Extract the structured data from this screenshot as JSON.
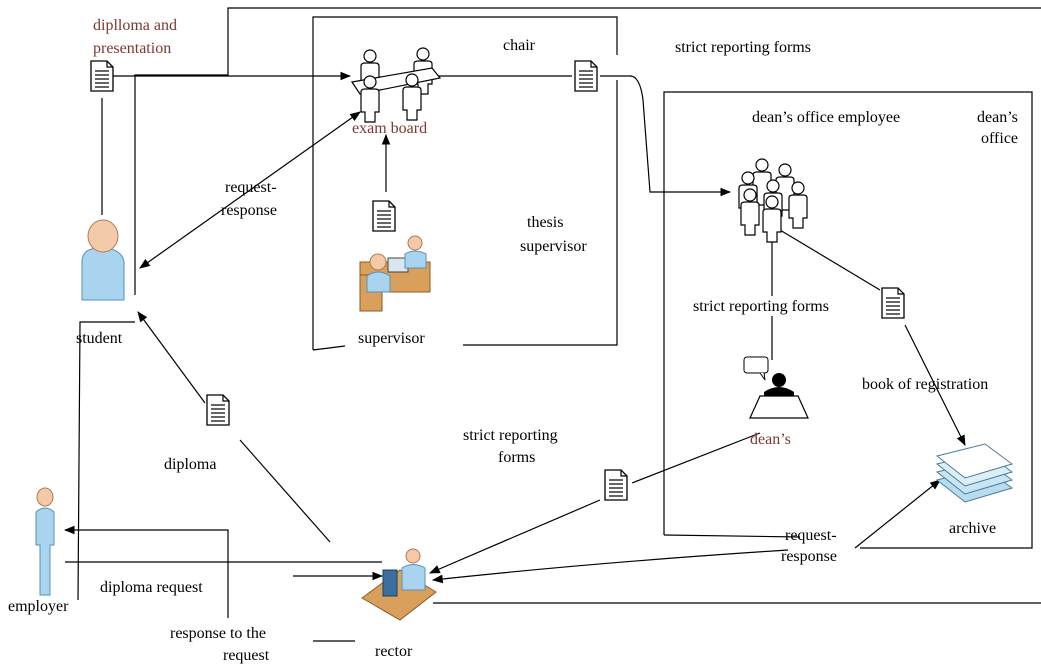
{
  "labels": {
    "diploma_and_presentation_line1": "diplloma and",
    "diploma_and_presentation_line2": "presentation",
    "chair": "chair",
    "strict_reporting_forms_top": "strict reporting forms",
    "exam_board": "exam board",
    "deans_office_employee": "dean’s office employee",
    "deans_office_line1": "dean’s",
    "deans_office_line2": "office",
    "request_response_left_line1": "request-",
    "request_response_left_line2": "response",
    "thesis_supervisor_line1": "thesis",
    "thesis_supervisor_line2": "supervisor",
    "student": "student",
    "supervisor": "supervisor",
    "strict_reporting_forms_mid": "strict reporting forms",
    "book_of_registration": "book of registration",
    "deans": "dean’s",
    "strict_reporting_forms_lower_line1": "strict reporting",
    "strict_reporting_forms_lower_line2": "forms",
    "diploma": "diploma",
    "archive": "archive",
    "request_response_bottom_line1": "request-",
    "request_response_bottom_line2": "response",
    "employer": "employer",
    "diploma_request": "diploma request",
    "response_to_request_line1": "response to the",
    "response_to_request_line2": "request",
    "rector": "rector"
  },
  "colors": {
    "highlight_label": "#7b3a2f",
    "person_body": "#a8d4f0",
    "person_head": "#f4c9a8",
    "desk": "#d9a05b",
    "archive_paper": "#b7dcf2"
  }
}
